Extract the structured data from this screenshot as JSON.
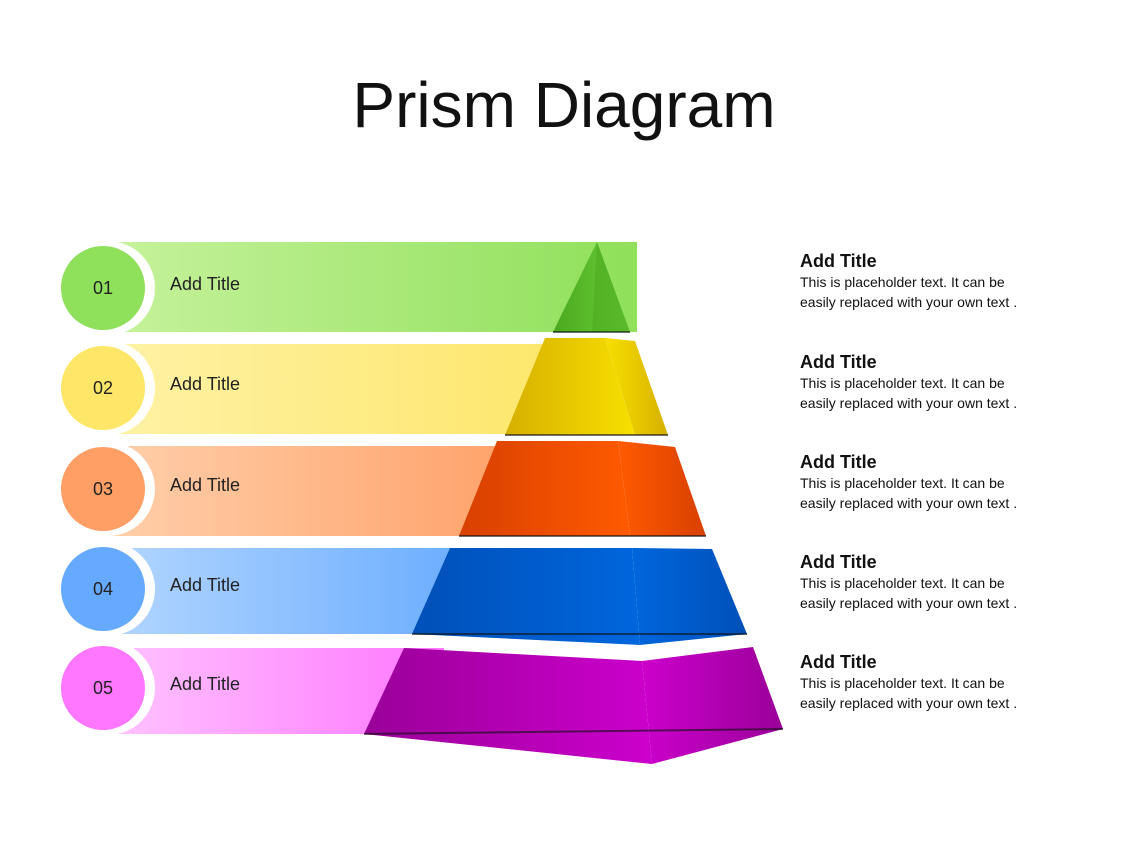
{
  "title": "Prism Diagram",
  "levels": [
    {
      "number": "01",
      "label": "Add Title",
      "color": "#8fe05a",
      "light": "#c6f29c",
      "dark": "#4aa81e",
      "mid": "#6cd13a"
    },
    {
      "number": "02",
      "label": "Add Title",
      "color": "#fde668",
      "light": "#fff2a6",
      "dark": "#d6b000",
      "mid": "#f8e000"
    },
    {
      "number": "03",
      "label": "Add Title",
      "color": "#ff9f66",
      "light": "#ffcfaa",
      "dark": "#d84000",
      "mid": "#ff5a00"
    },
    {
      "number": "04",
      "label": "Add Title",
      "color": "#66aaff",
      "light": "#b3d6ff",
      "dark": "#0050b8",
      "mid": "#0066dd"
    },
    {
      "number": "05",
      "label": "Add Title",
      "color": "#ff77ff",
      "light": "#ffc4ff",
      "dark": "#9a0099",
      "mid": "#cc00cc"
    }
  ],
  "descriptions": [
    {
      "title": "Add Title",
      "body": "This is placeholder  text. It can be\n easily replaced  with your own text ."
    },
    {
      "title": "Add Title",
      "body": "This is placeholder  text. It can be\n easily replaced  with your own text ."
    },
    {
      "title": "Add Title",
      "body": "This is placeholder  text. It can be\n easily replaced  with your own text ."
    },
    {
      "title": "Add Title",
      "body": "This is placeholder  text. It can be\n easily replaced  with your own text ."
    },
    {
      "title": "Add Title",
      "body": "This is placeholder  text. It can be\n easily replaced  with your own text ."
    }
  ]
}
